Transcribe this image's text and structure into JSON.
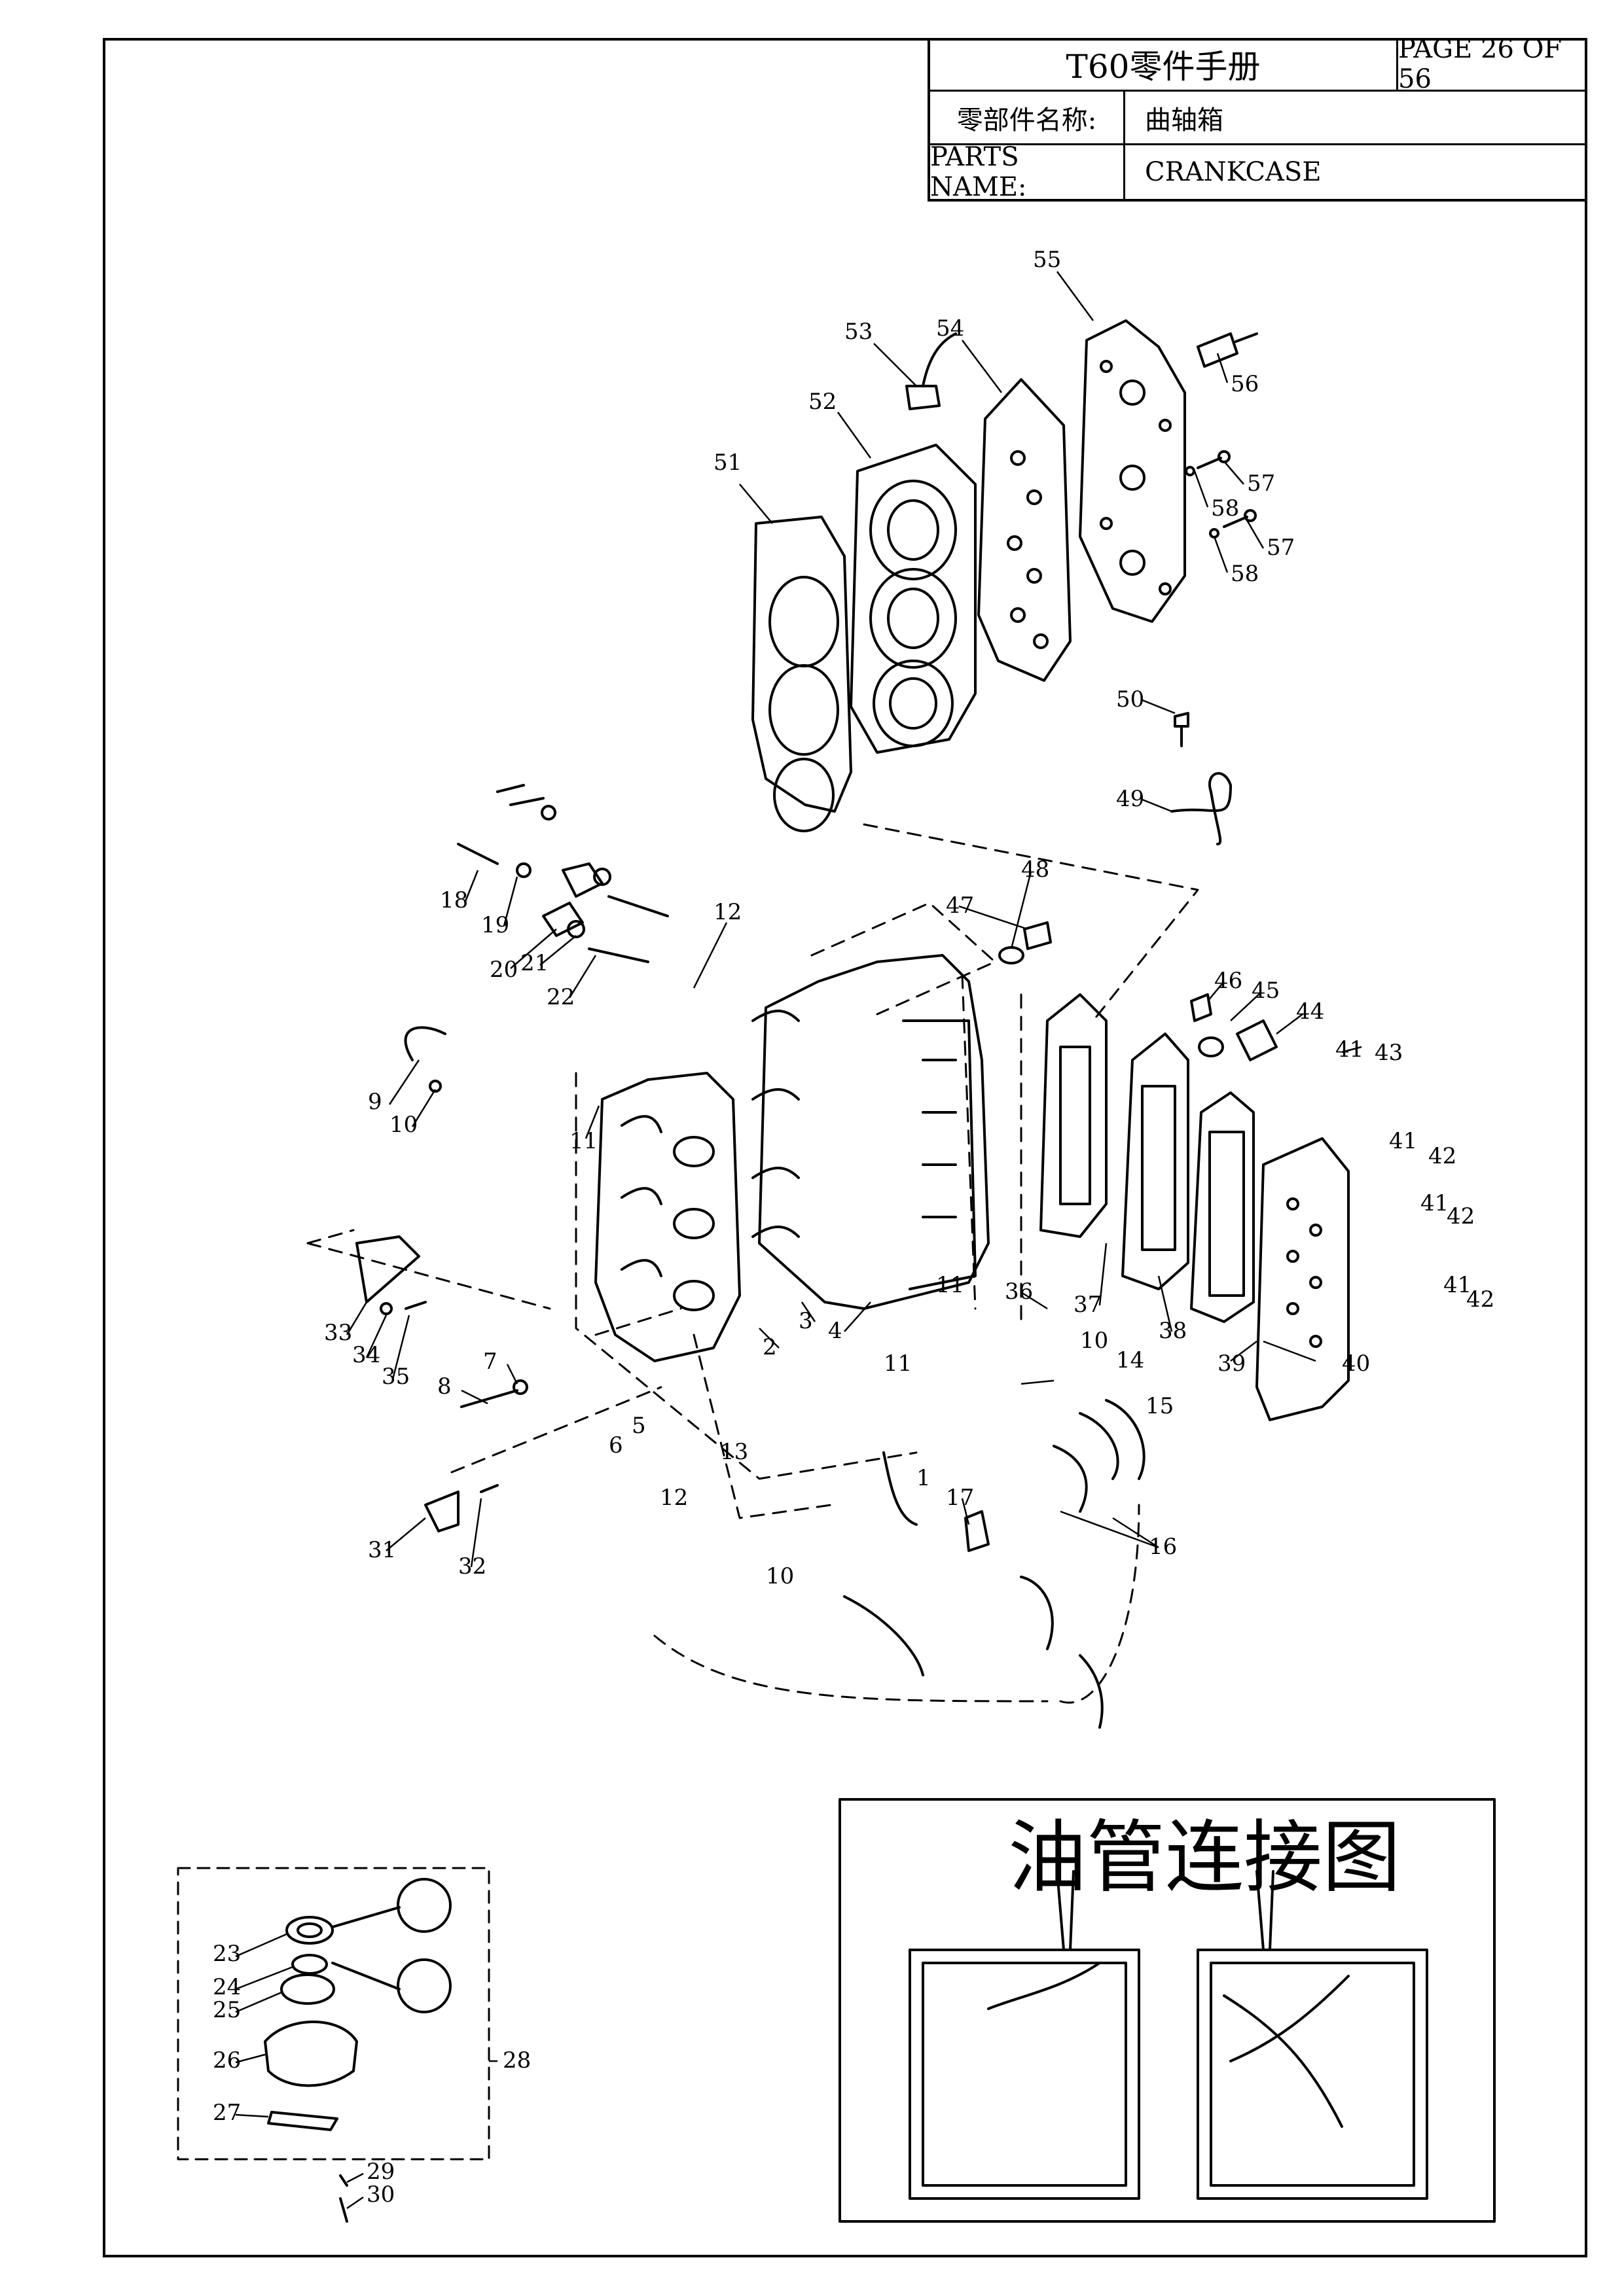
{
  "header": {
    "manual_title": "T60零件手册",
    "page_label": "PAGE 26 OF 56",
    "parts_name_cn_label": "零部件名称:",
    "parts_name_cn": "曲轴箱",
    "parts_name_en_label": "PARTS NAME:",
    "parts_name_en": "CRANKCASE"
  },
  "inset": {
    "title": "油管连接图"
  },
  "callouts": [
    "1",
    "2",
    "3",
    "4",
    "5",
    "6",
    "7",
    "8",
    "9",
    "10",
    "10",
    "10",
    "11",
    "11",
    "11",
    "12",
    "12",
    "13",
    "14",
    "15",
    "16",
    "17",
    "18",
    "19",
    "20",
    "21",
    "22",
    "23",
    "24",
    "25",
    "26",
    "27",
    "28",
    "29",
    "30",
    "31",
    "32",
    "33",
    "34",
    "35",
    "36",
    "37",
    "38",
    "39",
    "40",
    "41",
    "41",
    "41",
    "41",
    "42",
    "42",
    "42",
    "43",
    "44",
    "45",
    "46",
    "47",
    "48",
    "49",
    "50",
    "51",
    "52",
    "53",
    "54",
    "55",
    "56",
    "57",
    "57",
    "58",
    "58"
  ]
}
